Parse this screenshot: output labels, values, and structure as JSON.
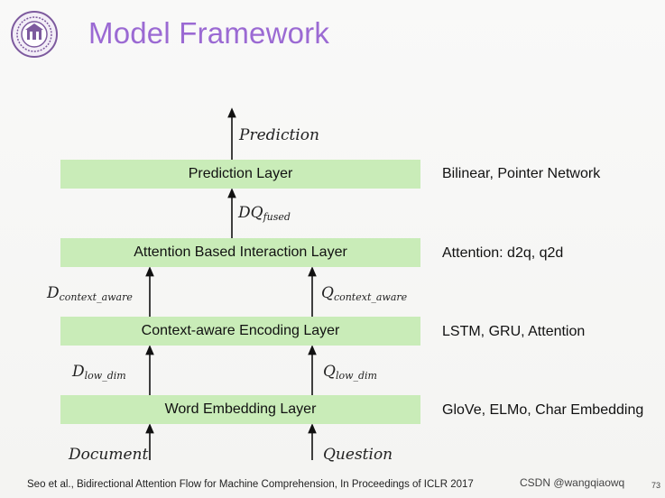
{
  "title": "Model Framework",
  "layers": [
    {
      "label": "Prediction Layer",
      "note": "Bilinear, Pointer Network"
    },
    {
      "label": "Attention Based Interaction Layer",
      "note": "Attention: d2q, q2d"
    },
    {
      "label": "Context-aware Encoding Layer",
      "note": "LSTM, GRU, Attention"
    },
    {
      "label": "Word Embedding Layer",
      "note": "GloVe, ELMo, Char Embedding"
    }
  ],
  "variables": {
    "prediction": "Prediction",
    "dq_fused": {
      "base": "DQ",
      "sub": "fused"
    },
    "d_context_aware": {
      "base": "D",
      "sub": "context_aware"
    },
    "q_context_aware": {
      "base": "Q",
      "sub": "context_aware"
    },
    "d_low_dim": {
      "base": "D",
      "sub": "low_dim"
    },
    "q_low_dim": {
      "base": "Q",
      "sub": "low_dim"
    },
    "document": "Document",
    "question": "Question"
  },
  "footer": "Seo et al., Bidirectional Attention Flow for Machine Comprehension, In Proceedings of ICLR 2017",
  "watermark": "CSDN @wangqiaowq",
  "page_number": "73",
  "colors": {
    "title": "#9b6ad3",
    "layer_fill": "#c9ecb8",
    "logo": "#7d5a9e"
  }
}
